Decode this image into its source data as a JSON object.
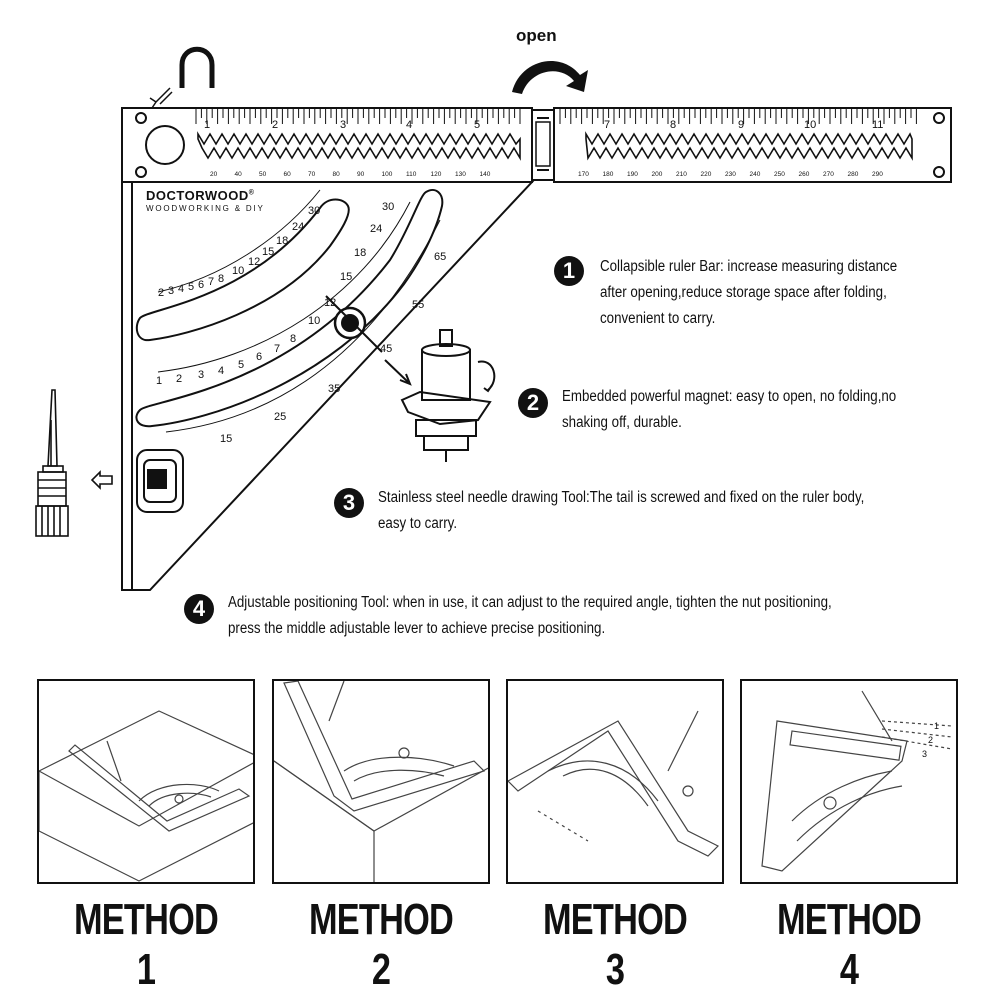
{
  "open_label": "open",
  "brand": {
    "name": "DOCTORWOOD",
    "reg": "®",
    "tagline": "WOODWORKING & DIY"
  },
  "ruler_top_numbers": [
    "1",
    "2",
    "3",
    "4",
    "5",
    "7",
    "8",
    "9",
    "10",
    "11"
  ],
  "ruler_top_small": [
    "20",
    "40",
    "50",
    "60",
    "70",
    "80",
    "90",
    "100",
    "110",
    "120",
    "130",
    "140",
    "170",
    "180",
    "190",
    "200",
    "210",
    "220",
    "230",
    "240",
    "250",
    "260",
    "270",
    "280",
    "290"
  ],
  "arc_outer_numbers": [
    "2",
    "3",
    "4",
    "5",
    "6",
    "7",
    "8",
    "10",
    "12",
    "15",
    "18",
    "24",
    "30"
  ],
  "arc_inner_numbers": [
    "1",
    "2",
    "3",
    "4",
    "5",
    "6",
    "7",
    "8",
    "10",
    "12",
    "15",
    "18",
    "24",
    "30"
  ],
  "arc_degree_numbers": [
    "15",
    "25",
    "35",
    "45",
    "55",
    "65"
  ],
  "features": [
    {
      "number": "1",
      "lines": [
        "Collapsible ruler Bar: increase measuring distance",
        "after opening,reduce storage space after folding,",
        "convenient to carry."
      ]
    },
    {
      "number": "2",
      "lines": [
        "Embedded powerful magnet: easy to open, no folding,no",
        "shaking off, durable."
      ]
    },
    {
      "number": "3",
      "lines": [
        "Stainless steel needle drawing Tool:The tail is screwed and fixed on the ruler body,",
        "easy to carry."
      ]
    },
    {
      "number": "4",
      "lines": [
        "Adjustable positioning Tool: when in use, it can adjust to the required angle, tighten the nut positioning,",
        "press the middle adjustable lever to achieve precise positioning."
      ]
    }
  ],
  "methods": [
    "METHOD 1",
    "METHOD 2",
    "METHOD 3",
    "METHOD 4"
  ],
  "method4_marks": [
    "1",
    "2",
    "3"
  ]
}
